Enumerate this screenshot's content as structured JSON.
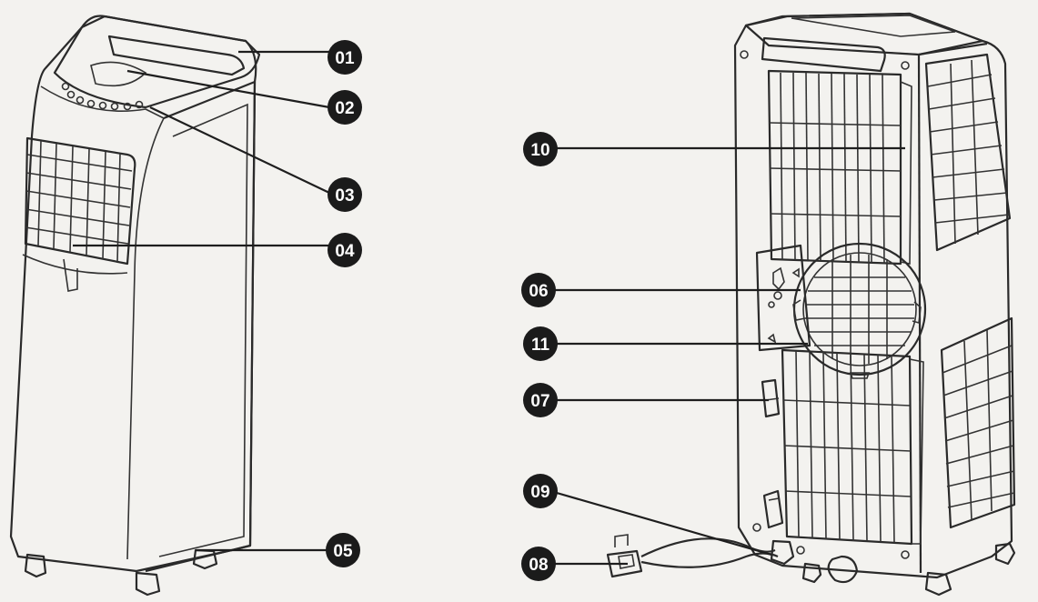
{
  "callouts": {
    "c01": "01",
    "c02": "02",
    "c03": "03",
    "c04": "04",
    "c05": "05",
    "c06": "06",
    "c07": "07",
    "c08": "08",
    "c09": "09",
    "c10": "10",
    "c11": "11"
  },
  "colors": {
    "paper": "#f3f2ef",
    "ink": "#1e1e1e",
    "badge": "#1b1b1b",
    "badge_text": "#ffffff"
  }
}
